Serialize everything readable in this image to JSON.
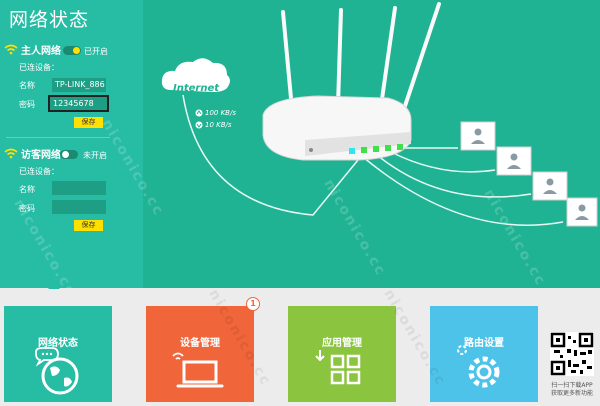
{
  "page_title": "网络状态",
  "main_network": {
    "label": "主人网络",
    "toggle_status": "已开启",
    "connected_devices_label": "已连设备：",
    "name_label": "名称",
    "name_value": "TP-LINK_886",
    "password_label": "密码",
    "password_value": "12345678",
    "save_label": "保存"
  },
  "guest_network": {
    "label": "访客网络",
    "toggle_status": "未开启",
    "connected_devices_label": "已连设备：",
    "name_label": "名称",
    "name_value": "",
    "password_label": "密码",
    "password_value": "",
    "save_label": "保存"
  },
  "diagram": {
    "cloud_label": "Internet",
    "up_speed": "100 KB/s",
    "down_speed": "10 KB/s"
  },
  "tiles": [
    {
      "label": "网络状态",
      "color": "#27bca4"
    },
    {
      "label": "设备管理",
      "color": "#f0653a",
      "badge": "1"
    },
    {
      "label": "应用管理",
      "color": "#8bc43e"
    },
    {
      "label": "路由设置",
      "color": "#4ec3ea"
    }
  ],
  "qr": {
    "line1": "扫一扫下载APP",
    "line2": "获取更多新功能"
  },
  "watermark": "niconico.cc",
  "colors": {
    "accent_green": "#27bca4",
    "save_yellow": "#ffe000",
    "toggle_on": "#ffe000"
  }
}
